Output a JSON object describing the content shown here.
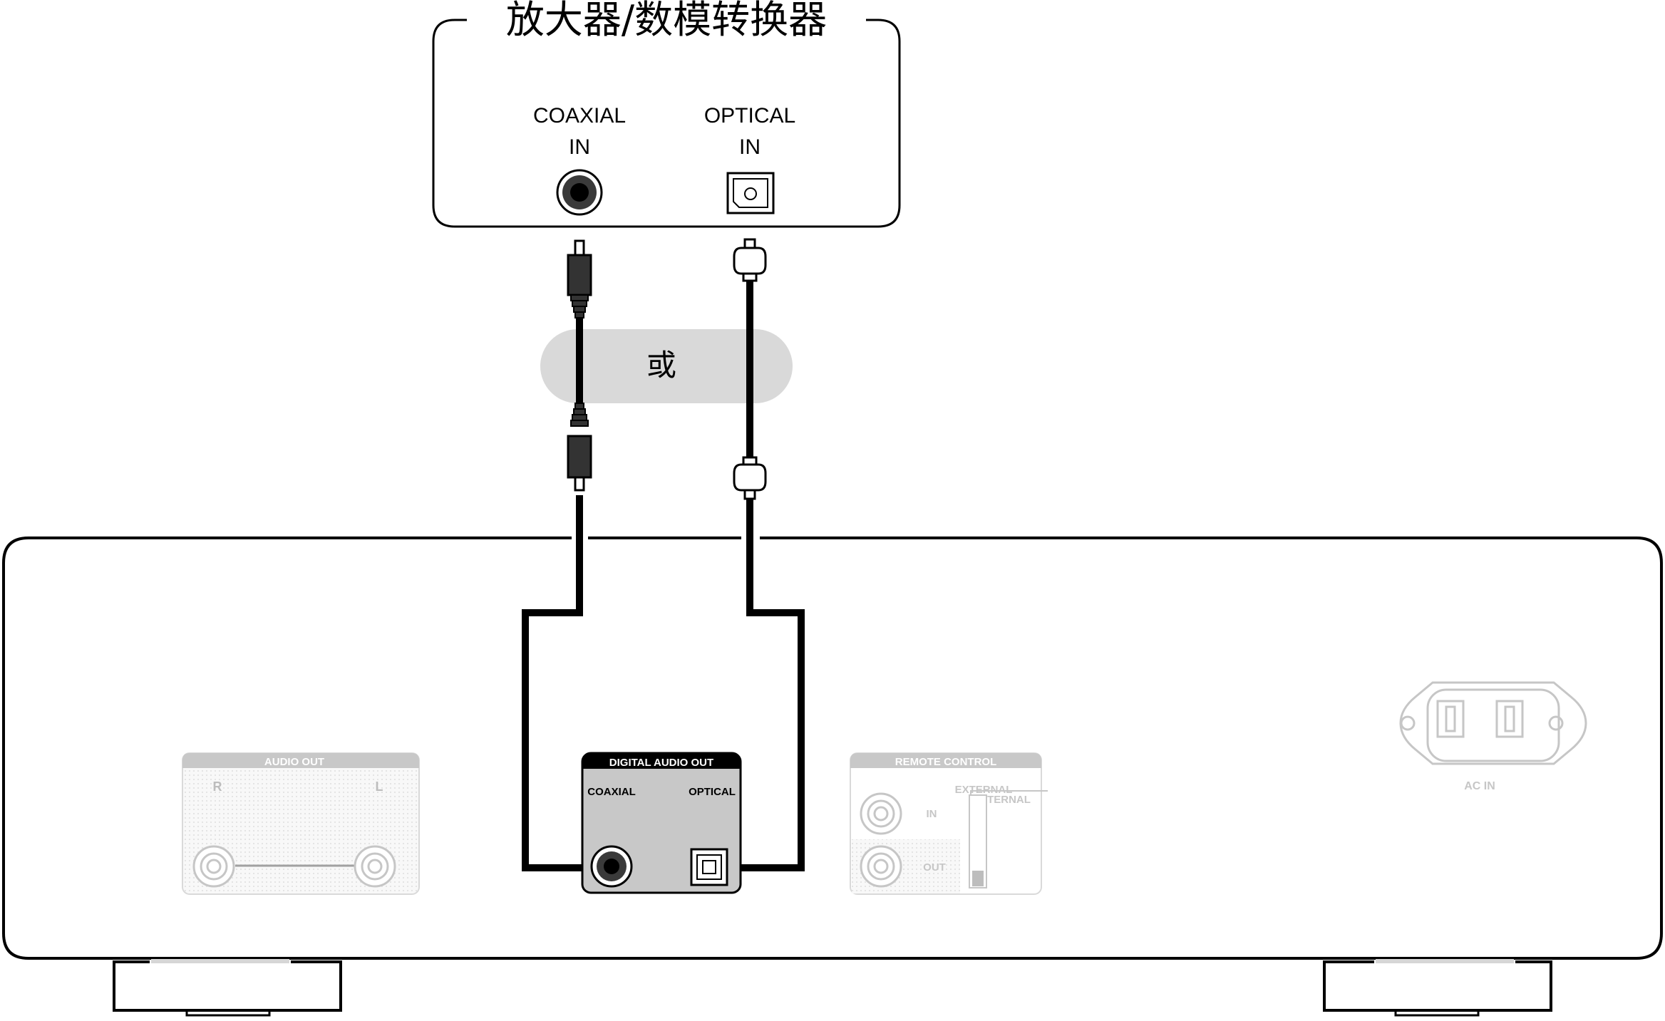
{
  "amp": {
    "title": "放大器/数模转换器",
    "coaxial_label_1": "COAXIAL",
    "coaxial_label_2": "IN",
    "optical_label_1": "OPTICAL",
    "optical_label_2": "IN"
  },
  "or_label": "或",
  "player": {
    "audio_out": {
      "title": "AUDIO OUT",
      "r": "R",
      "l": "L"
    },
    "digital_audio_out": {
      "title": "DIGITAL AUDIO OUT",
      "coaxial": "COAXIAL",
      "optical": "OPTICAL"
    },
    "remote_control": {
      "title": "REMOTE CONTROL",
      "in": "IN",
      "out": "OUT",
      "external": "EXTERNAL",
      "internal": "INTERNAL"
    },
    "ac_in": "AC IN"
  },
  "colors": {
    "line": "#000000",
    "or_pill": "#d9d9d9",
    "digital_panel": "#c8c8c8",
    "faded": "#c8c8c8"
  },
  "icons": {
    "coaxial_jack": "rca-jack-icon",
    "optical_jack": "toslink-jack-icon",
    "coaxial_plug": "rca-plug-icon",
    "optical_plug": "toslink-plug-icon",
    "power_socket": "ac-inlet-icon"
  }
}
